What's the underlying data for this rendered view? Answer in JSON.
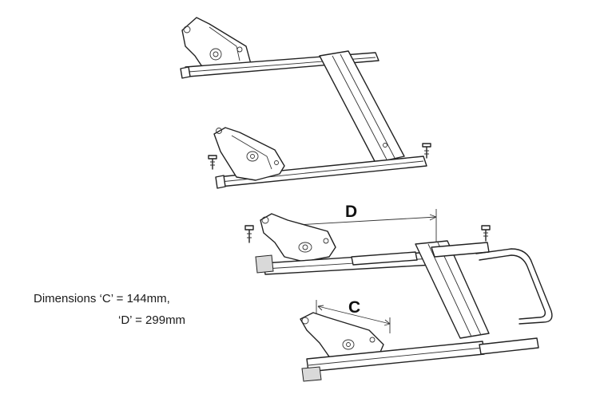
{
  "figure": {
    "label_d": "D",
    "label_c": "C"
  },
  "caption": {
    "line1": "Dimensions ‘C’ = 144mm,",
    "line2": "‘D’ = 299mm"
  }
}
